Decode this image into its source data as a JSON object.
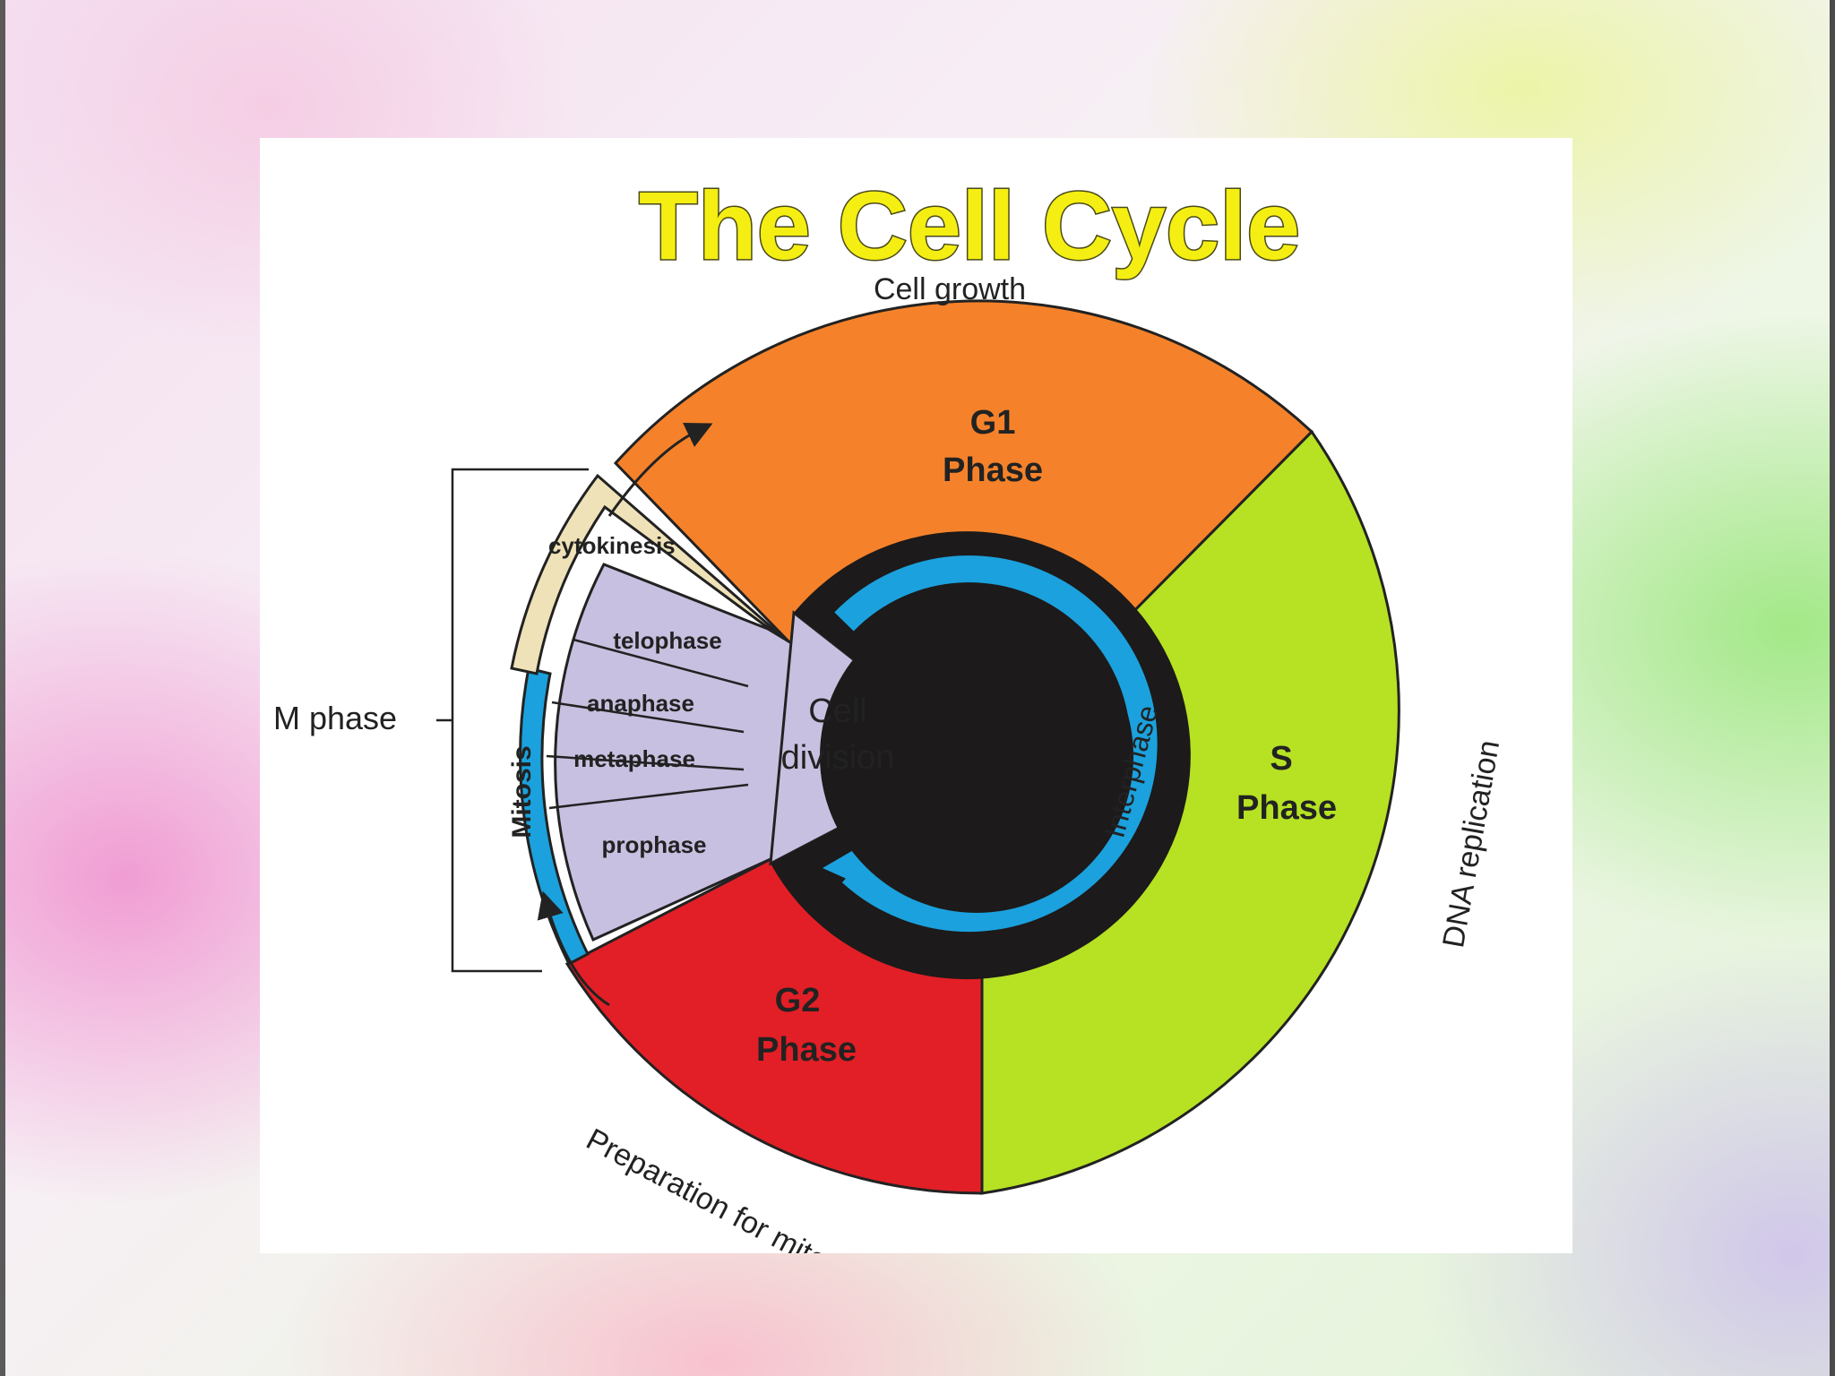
{
  "title": "The Cell Cycle",
  "labels": {
    "cell_growth": "Cell growth",
    "g1": [
      "G1",
      "Phase"
    ],
    "s": [
      "S",
      "Phase"
    ],
    "g2": [
      "G2",
      "Phase"
    ],
    "dna_replication": "DNA replication",
    "preparation": "Preparation for mitosis",
    "m_phase": "M phase",
    "mitosis": "Mitosis",
    "interphase": "Interphase",
    "cell_division": [
      "Cell",
      "division"
    ],
    "cytokinesis": "cytokinesis",
    "telophase": "telophase",
    "anaphase": "anaphase",
    "metaphase": "metaphase",
    "prophase": "prophase"
  },
  "colors": {
    "g1": "#f5822a",
    "s": "#b6e223",
    "g2": "#e21f26",
    "mitosis_band": "#1ba1dd",
    "cytokinesis": "#efe2b8",
    "phases": "#c8c0e0",
    "interphase_arrow": "#1ba1dd",
    "core": "#1c1a1a"
  }
}
